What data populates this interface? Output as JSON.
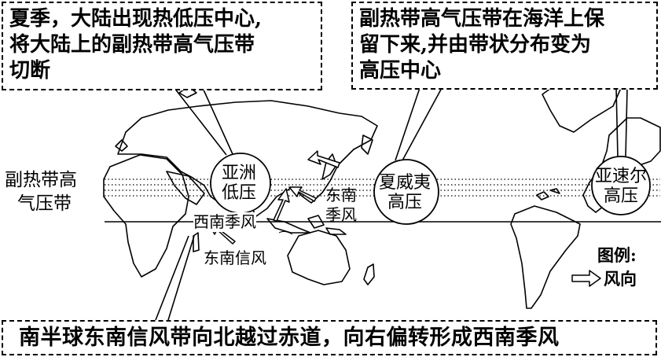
{
  "callouts": {
    "left": [
      "夏季，大陆出现热低压中心,",
      "将大陆上的副热带高气压带",
      "切断"
    ],
    "right": [
      "副热带高气压带在海洋上保",
      "留下来,并由带状分布变为",
      "高压中心"
    ],
    "bottom": "南半球东南信风带向北越过赤道，向右偏转形成西南季风"
  },
  "map": {
    "belt_label": [
      "副热带高",
      "气压带"
    ],
    "asia_low": [
      "亚洲",
      "低压"
    ],
    "hawaii_high": [
      "夏威夷",
      "高压"
    ],
    "azores_high": [
      "亚速尔",
      "高压"
    ],
    "southwest_monsoon": "西南季风",
    "southeast_trade": "东南信风",
    "southeast_monsoon": [
      "东南",
      "季风"
    ]
  },
  "legend": {
    "title": "图例:",
    "wind": "风向"
  }
}
